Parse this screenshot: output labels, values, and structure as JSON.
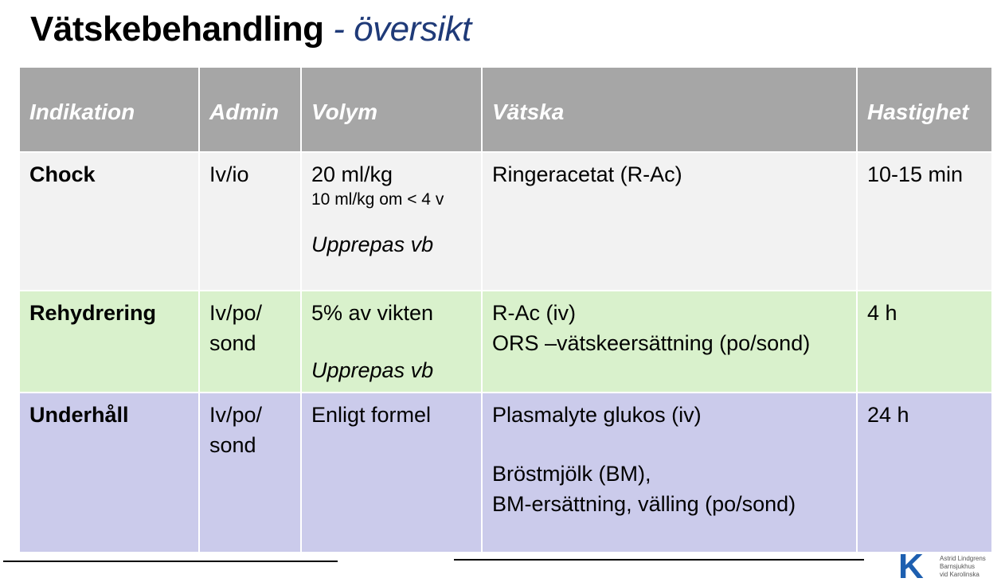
{
  "title": {
    "main": "Vätskebehandling",
    "sub": "- översikt"
  },
  "table": {
    "headers": [
      "Indikation",
      "Admin",
      "Volym",
      "Vätska",
      "Hastighet"
    ],
    "rows": [
      {
        "indikation": "Chock",
        "admin": [
          "Iv/io"
        ],
        "volym_main": "20 ml/kg",
        "volym_note": "10 ml/kg  om < 4 v",
        "volym_repeat": "Upprepas vb",
        "vatska": [
          "Ringeracetat (R-Ac)"
        ],
        "hastighet": "10-15 min"
      },
      {
        "indikation": "Rehydrering",
        "admin": [
          "Iv/po/",
          "sond"
        ],
        "volym_main": "5% av vikten",
        "volym_repeat": "Upprepas vb",
        "vatska": [
          "R-Ac (iv)",
          "ORS –vätskeersättning (po/sond)"
        ],
        "hastighet": "4 h"
      },
      {
        "indikation": "Underhåll",
        "admin": [
          "Iv/po/",
          "sond"
        ],
        "volym_main": "Enligt formel",
        "vatska": [
          "Plasmalyte glukos (iv)",
          "Bröstmjölk (BM),",
          "BM-ersättning, välling (po/sond)"
        ],
        "hastighet": "24 h"
      }
    ],
    "colors": {
      "header_bg": "#a6a6a6",
      "row_chock": "#f2f2f2",
      "row_rehydrering": "#d9f1cc",
      "row_underhall": "#cbcbeb"
    }
  },
  "logo": {
    "icon": "letter-k-logo",
    "lines": [
      "Astrid Lindgrens",
      "Barnsjukhus",
      "vid Karolinska"
    ],
    "color": "#1d5fb0"
  }
}
